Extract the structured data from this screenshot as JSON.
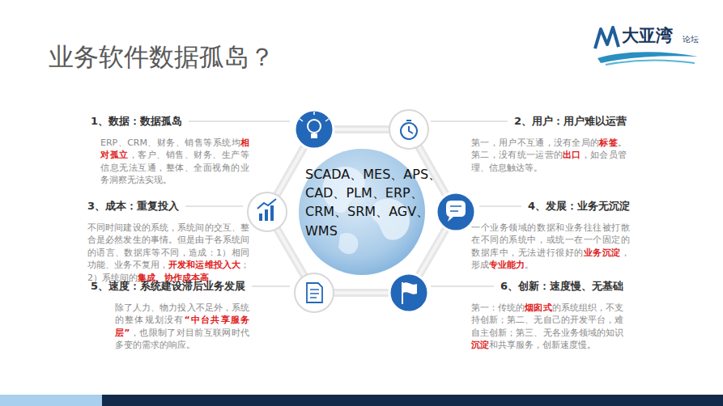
{
  "diagram": {
    "title": "业务软件数据孤岛？",
    "nodes": [
      {
        "text": [
          "1、数据：数据孤岛",
          "ERP、CRM、财务、销售等系统均",
          "相对孤立",
          "，客户、销售、财务、生产等信息无法互通，整体、全面视角的业务洞察无法实现。"
        ]
      },
      {
        "text": [
          "2、用户：用户难以运营",
          "第一，用户不互通，没有全局的",
          "标签",
          "。第二，没有统一运营的",
          "出口",
          "，如会员管理、信息触达等。"
        ]
      },
      {
        "text": [
          "3、成本：重复投入",
          "不同时间建设的系统，系统间的交互、整合是必然发生的事情。但是由于各系统间的语言、数据库等不同，造成：1）相同功能、业务不复用，",
          "开发和运维投入大",
          "；2）系统间的",
          "集成、协作成本高",
          "。"
        ]
      },
      {
        "text": [
          "4、发展：业务无沉淀",
          "一个业务领域的数据和业务往往被打散在不同的系统中，或统一在一个固定的数据库中，无法进行很好的",
          "业务沉淀",
          "，形成",
          "专业能力",
          "。"
        ]
      },
      {
        "text": [
          "5、速度：系统建设滞后业务发展",
          "除了人力、物力投入不足外，系统的整体规划没有",
          "“中台共享服务层”",
          "，也限制了对目前互联网时代多变的需求的响应。"
        ]
      },
      {
        "text": [
          "6、创新：速度慢、无基础",
          "第一：传统的",
          "烟囱式",
          "的系统组织，不支持创新；第二、无自己的开发平台，难自主创新；第三、无各业务领域的知识",
          "沉淀",
          "和共享服务，创新速度慢。"
        ]
      }
    ],
    "labels": [
      "大亚湾",
      "论坛",
      "SCADA、MES、APS、CAD、PLM、ERP、CRM、SRM、AGV、WMS"
    ]
  }
}
